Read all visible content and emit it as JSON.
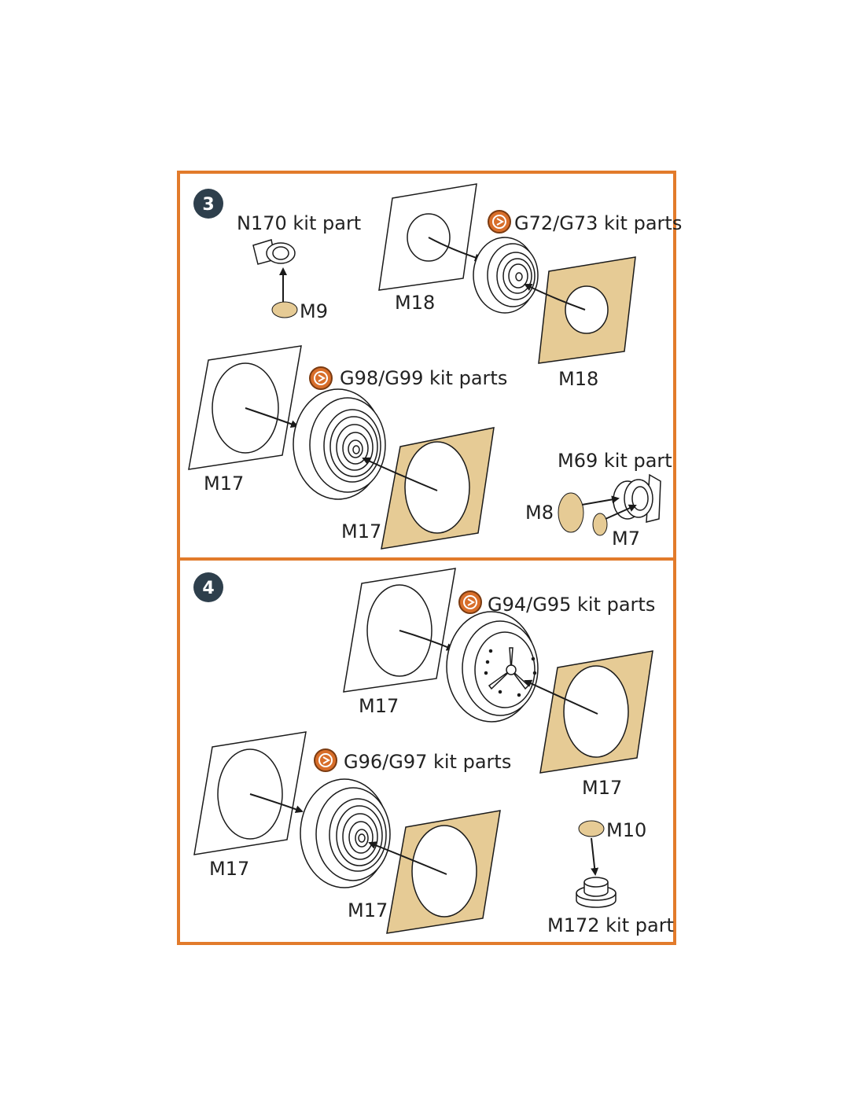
{
  "colors": {
    "frame": "#e27b2b",
    "mask": "#e6cb95",
    "badge": "#2e3f4c",
    "bending_icon": "#d86e2a",
    "ink": "#1a1a1a"
  },
  "steps": [
    {
      "number": "3",
      "labels": {
        "n170": "N170 kit part",
        "m9": "M9",
        "g72": "G72/G73 kit parts",
        "m18_left": "M18",
        "m18_right": "M18",
        "g98": "G98/G99 kit parts",
        "m17_left": "M17",
        "m17_right": "M17",
        "m69": "M69 kit part",
        "m8": "M8",
        "m7": "M7"
      }
    },
    {
      "number": "4",
      "labels": {
        "g94": "G94/G95 kit parts",
        "m17_top_left": "M17",
        "m17_top_right": "M17",
        "g96": "G96/G97 kit parts",
        "m17_bottom_left": "M17",
        "m17_bottom_right": "M17",
        "m10": "M10",
        "m172": "M172 kit part"
      }
    }
  ],
  "icons": [
    "bending-icon",
    "wheel-icon",
    "hub-icon",
    "mask-icon",
    "arrow-icon"
  ]
}
